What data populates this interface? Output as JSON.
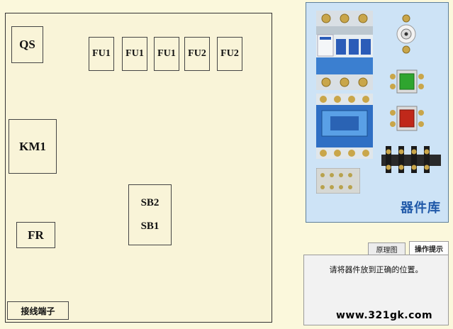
{
  "board": {
    "slots": {
      "qs": "QS",
      "fu1_a": "FU1",
      "fu1_b": "FU1",
      "fu1_c": "FU1",
      "fu2_a": "FU2",
      "fu2_b": "FU2",
      "km1": "KM1",
      "sb2": "SB2",
      "sb1": "SB1",
      "fr": "FR",
      "terminal": "接线端子"
    }
  },
  "library": {
    "title": "器件库",
    "items": [
      {
        "name": "circuit-breaker",
        "icon": "circuit-breaker-icon"
      },
      {
        "name": "potentiometer-knob",
        "icon": "knob-icon"
      },
      {
        "name": "green-push-button",
        "icon": "green-button-icon",
        "color": "#2fa52f"
      },
      {
        "name": "red-push-button",
        "icon": "red-button-icon",
        "color": "#c0281a"
      },
      {
        "name": "contactor",
        "icon": "contactor-icon"
      },
      {
        "name": "fuse-holder",
        "icon": "fuse-holder-icon"
      },
      {
        "name": "terminal-block",
        "icon": "terminal-block-icon"
      }
    ]
  },
  "tabs": {
    "schematic": "原理图",
    "hint": "操作提示"
  },
  "hint": {
    "text": "请将器件放到正确的位置。"
  },
  "watermark": "www.321gk.com",
  "colors": {
    "background": "#fbf8dc",
    "library_bg": "#cde3f6",
    "library_title": "#1f58a8"
  }
}
